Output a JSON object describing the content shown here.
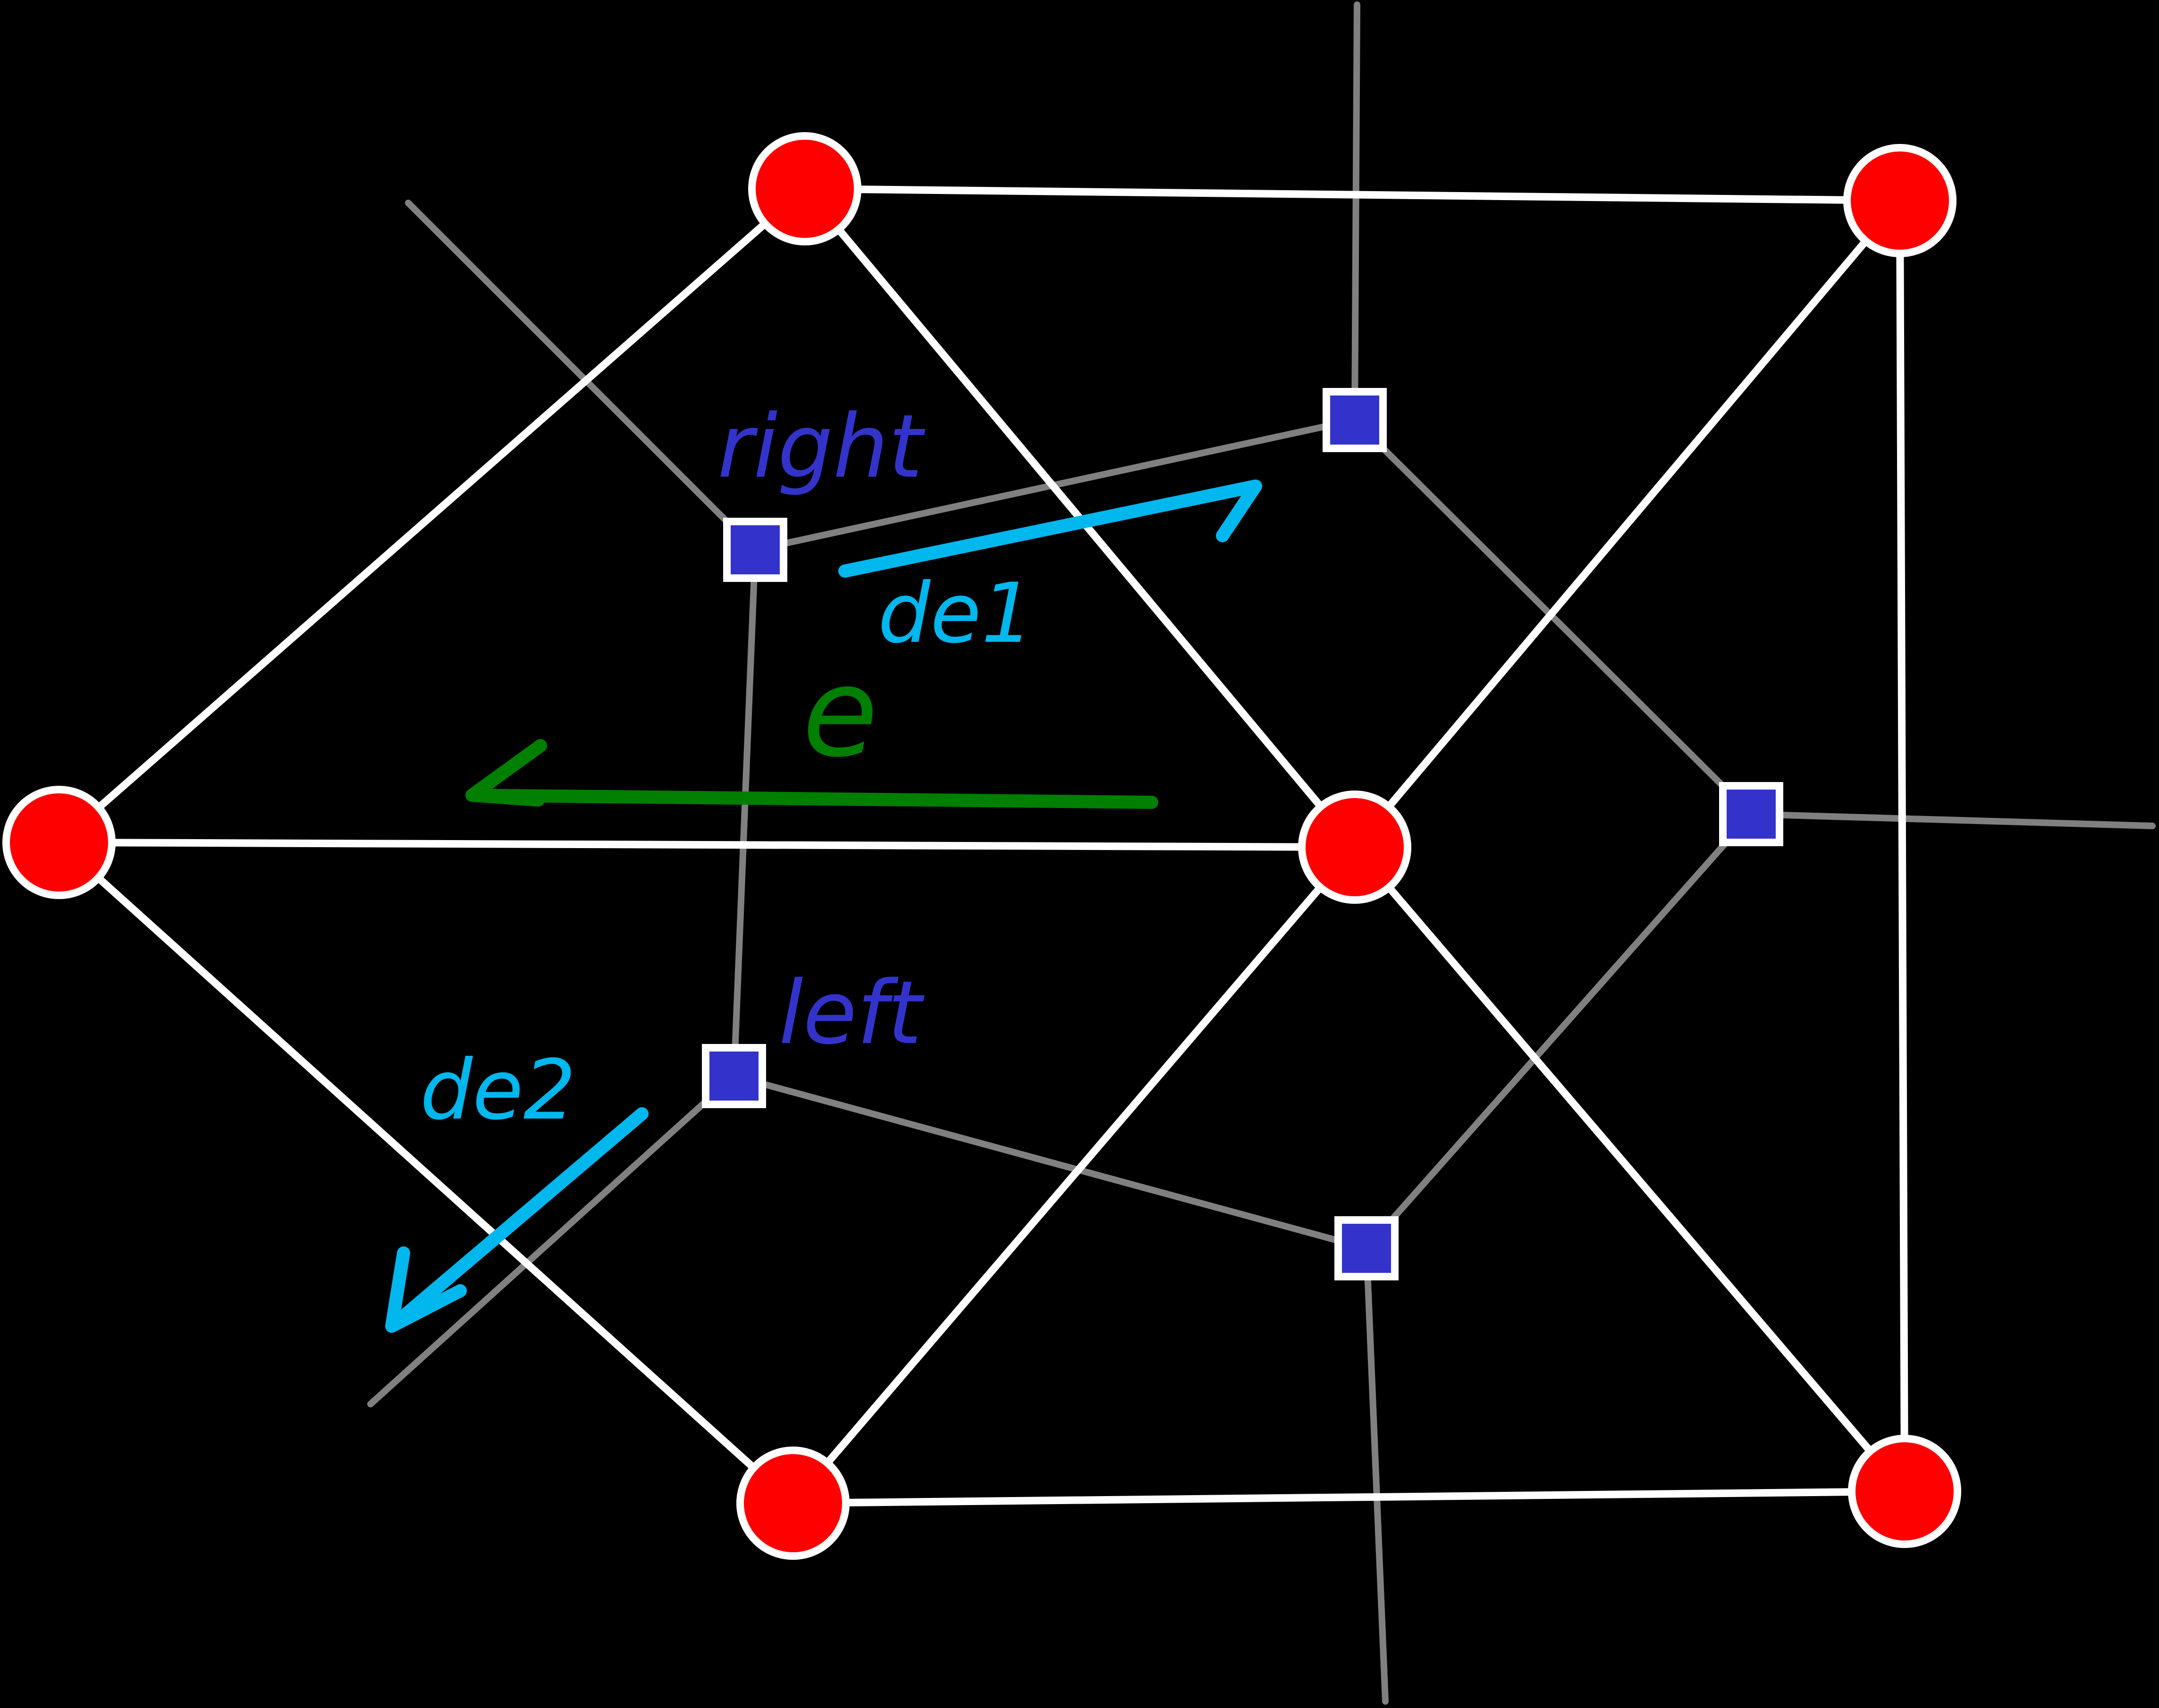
{
  "diagram": {
    "labels": {
      "right": "right",
      "left": "left",
      "de1": "de1",
      "de2": "de2",
      "e": "e"
    },
    "colors": {
      "background": "#000000",
      "delaunay_edge": "#ffffff",
      "voronoi_edge": "#808080",
      "site_fill": "#ff0000",
      "site_outline": "#ffffff",
      "voronoi_vertex_fill": "#3333cc",
      "voronoi_vertex_outline": "#ffffff",
      "dual_edge_arrow": "#00b7ee",
      "primal_edge_arrow": "#007f00",
      "vertex_label": "#3333cc"
    }
  }
}
